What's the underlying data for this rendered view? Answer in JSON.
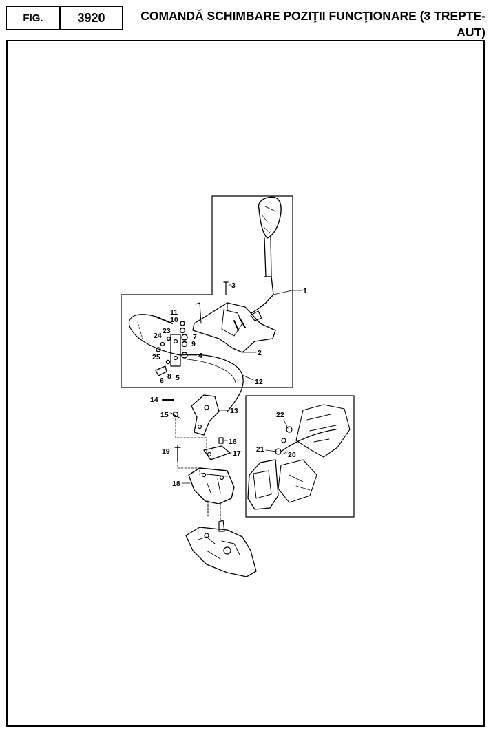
{
  "header": {
    "fig_label": "FIG.",
    "fig_number": "3920",
    "title": "COMANDĂ SCHIMBARE POZIŢII FUNCŢIONARE (3 TREPTE-AUT)"
  },
  "callouts": [
    "1",
    "2",
    "3",
    "4",
    "5",
    "6",
    "7",
    "8",
    "9",
    "10",
    "11",
    "12",
    "13",
    "14",
    "15",
    "16",
    "17",
    "18",
    "19",
    "20",
    "21",
    "22",
    "23",
    "24",
    "25"
  ]
}
